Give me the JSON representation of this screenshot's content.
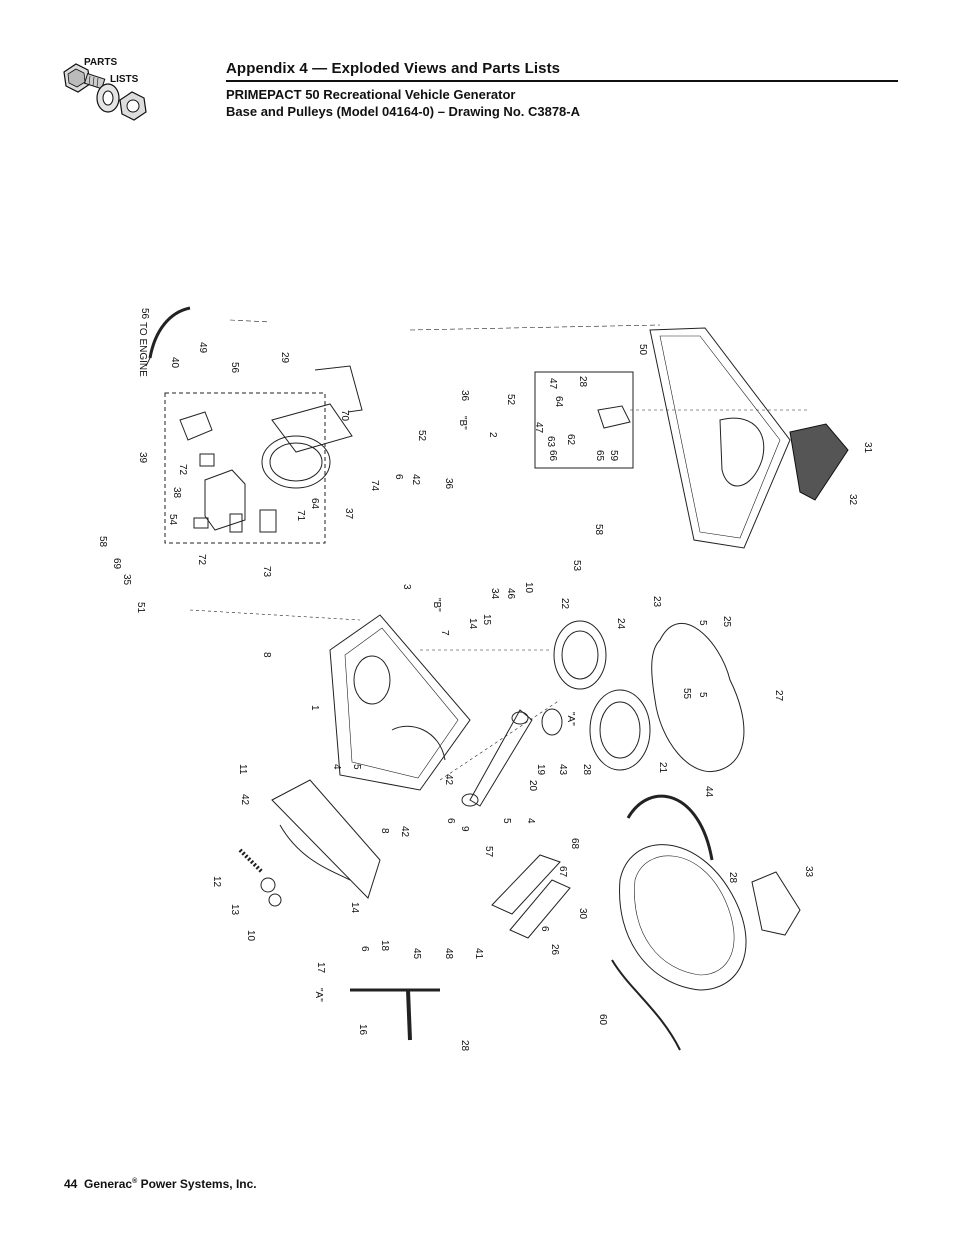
{
  "logo": {
    "line1": "PARTS",
    "line2": "LISTS"
  },
  "header": {
    "appendix_title": "Appendix 4 — Exploded Views and Parts Lists",
    "product": "PRIMEPACT 50 Recreational Vehicle Generator",
    "drawing": "Base and Pulleys (Model 04164-0) – Drawing No. C3878-A"
  },
  "diagram": {
    "to_engine": "TO ENGINE",
    "marker_a": "\"A\"",
    "marker_b": "\"B\"",
    "callouts": [
      "56",
      "49",
      "40",
      "56",
      "29",
      "39",
      "72",
      "38",
      "54",
      "72",
      "73",
      "70",
      "71",
      "64",
      "37",
      "74",
      "6",
      "42",
      "52",
      "36",
      "2",
      "36",
      "52",
      "47",
      "63",
      "64",
      "47",
      "28",
      "62",
      "66",
      "65",
      "59",
      "50",
      "31",
      "32",
      "58",
      "69",
      "35",
      "51",
      "58",
      "53",
      "3",
      "14",
      "15",
      "34",
      "46",
      "10",
      "7",
      "8",
      "22",
      "24",
      "23",
      "5",
      "25",
      "1",
      "55",
      "5",
      "27",
      "11",
      "42",
      "4",
      "5",
      "8",
      "42",
      "6",
      "9",
      "42",
      "20",
      "19",
      "43",
      "28",
      "21",
      "5",
      "4",
      "57",
      "44",
      "12",
      "13",
      "10",
      "14",
      "68",
      "67",
      "6",
      "26",
      "28",
      "30",
      "33",
      "17",
      "6",
      "18",
      "45",
      "48",
      "41",
      "16",
      "28",
      "60"
    ]
  },
  "footer": {
    "page": "44",
    "company": "Generac",
    "reg": "®",
    "rest": " Power Systems, Inc."
  }
}
